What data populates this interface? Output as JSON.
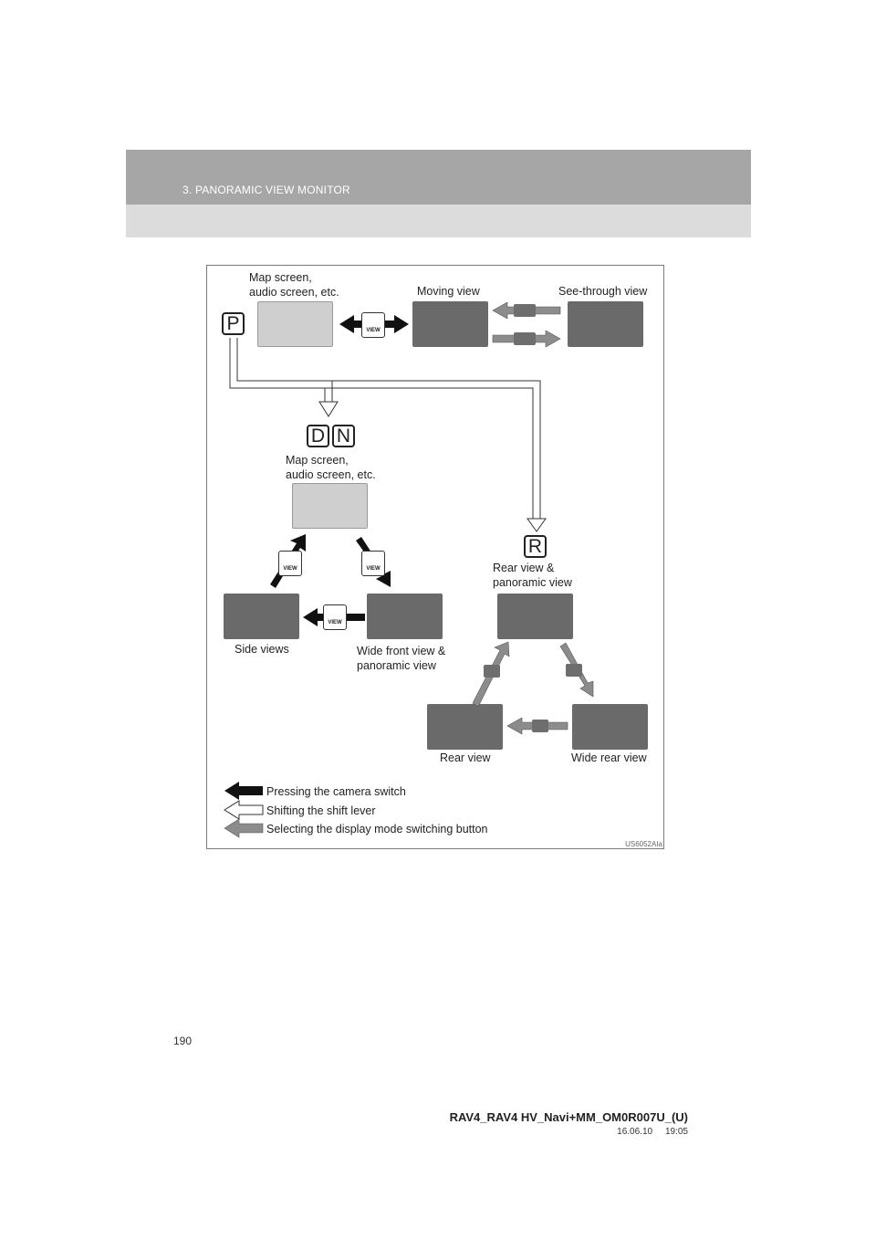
{
  "header": {
    "section": "3. PANORAMIC VIEW MONITOR"
  },
  "gears": {
    "p": "P",
    "d": "D",
    "n": "N",
    "r": "R"
  },
  "views": {
    "map_top": "Map screen,\naudio screen, etc.",
    "moving": "Moving view",
    "see_through": "See-through view",
    "map_mid": "Map screen,\naudio screen, etc.",
    "rear_panoramic": "Rear view &\npanoramic view",
    "side": "Side views",
    "wide_front": "Wide front view &\npanoramic view",
    "rear": "Rear view",
    "wide_rear": "Wide rear view"
  },
  "switch_label": "VIEW",
  "legend": {
    "camera_switch": "Pressing the camera switch",
    "shift_lever": "Shifting the shift lever",
    "display_mode": "Selecting the display mode switching button"
  },
  "figure_code": "US6052AIa",
  "page_number": "190",
  "footer": {
    "doc_id": "RAV4_RAV4 HV_Navi+MM_OM0R007U_(U)",
    "timestamp": "16.06.10     19:05"
  },
  "colors": {
    "header_dark": "#a6a6a6",
    "header_light": "#dcdcdc",
    "black_arrow": "#111111",
    "gray_arrow": "#8c8c8c"
  }
}
